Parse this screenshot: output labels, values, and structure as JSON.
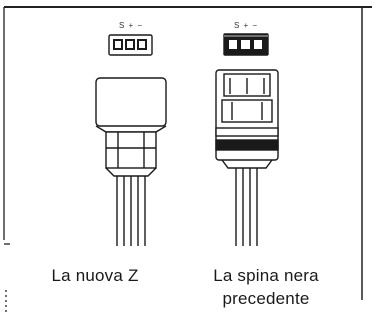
{
  "captions": {
    "new_connector": "La nuova Z",
    "old_plug_line1": "La spina nera",
    "old_plug_line2": "precedente"
  },
  "pin_labels": {
    "new_connector": "S + −",
    "old_plug": "S + −"
  }
}
